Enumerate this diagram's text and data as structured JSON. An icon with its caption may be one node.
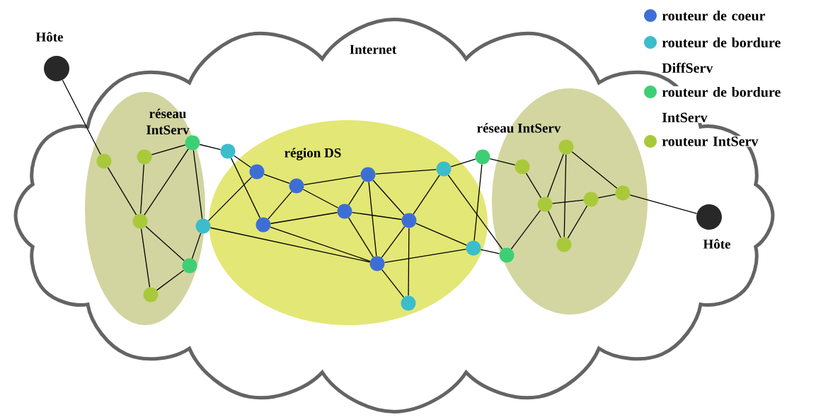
{
  "diagram": {
    "nodes": [
      {
        "text": [],
        "shape": "circle",
        "beside": [
          "Hôte"
        ]
      },
      {
        "text": [
          "Internet"
        ]
      },
      {
        "text": [
          "réseau IntServ"
        ],
        "in": 1
      },
      {
        "text": [
          "région DS"
        ],
        "in": 1
      },
      {
        "text": [
          "réseau IntServ"
        ],
        "in": 1
      },
      {
        "text": [],
        "shape": "circle",
        "in": 2
      },
      {
        "text": [],
        "shape": "circle",
        "in": 2
      },
      {
        "text": [],
        "shape": "circle",
        "in": 2
      },
      {
        "text": [],
        "shape": "circle",
        "in": 2
      },
      {
        "text": [],
        "shape": "circle",
        "in": 1
      },
      {
        "text": [],
        "shape": "circle",
        "in": 2
      },
      {
        "text": [],
        "shape": "circle",
        "in": 2
      },
      {
        "text": [],
        "shape": "circle",
        "in": 1
      },
      {
        "text": [],
        "shape": "circle",
        "in": 3
      },
      {
        "text": [],
        "shape": "circle",
        "in": 3
      },
      {
        "text": [],
        "shape": "circle",
        "in": 3
      },
      {
        "text": [],
        "shape": "circle",
        "in": 3
      },
      {
        "text": [],
        "shape": "circle",
        "in": 3
      },
      {
        "text": [],
        "shape": "circle",
        "in": 3
      },
      {
        "text": [],
        "shape": "circle",
        "in": 3
      },
      {
        "text": [],
        "shape": "circle",
        "in": 3
      },
      {
        "text": [],
        "shape": "circle",
        "in": 3
      },
      {
        "text": [],
        "shape": "circle",
        "in": 3
      },
      {
        "text": [],
        "shape": "circle",
        "in": 1
      },
      {
        "text": [],
        "shape": "circle",
        "in": 4
      },
      {
        "text": [],
        "shape": "circle",
        "in": 4
      },
      {
        "text": [],
        "shape": "circle",
        "in": 4
      },
      {
        "text": [],
        "shape": "circle",
        "in": 4
      },
      {
        "text": [],
        "shape": "circle",
        "in": 4
      },
      {
        "text": [],
        "shape": "circle",
        "in": 4
      },
      {
        "text": [],
        "shape": "circle",
        "in": 4
      },
      {
        "text": [],
        "shape": "circle",
        "in": 1,
        "beside": [
          "Hôte"
        ]
      }
    ],
    "edges": [
      {
        "from": 0,
        "to": 5,
        "arrow": "none"
      },
      {
        "from": 5,
        "to": 8,
        "arrow": "none"
      },
      {
        "from": 6,
        "to": 8,
        "arrow": "none"
      },
      {
        "from": 6,
        "to": 7,
        "arrow": "none"
      },
      {
        "from": 8,
        "to": 7,
        "arrow": "none"
      },
      {
        "from": 8,
        "to": 10,
        "arrow": "none"
      },
      {
        "from": 8,
        "to": 11,
        "arrow": "none"
      },
      {
        "from": 11,
        "to": 10,
        "arrow": "none"
      },
      {
        "from": 7,
        "to": 12,
        "arrow": "none"
      },
      {
        "from": 7,
        "to": 9,
        "arrow": "none"
      },
      {
        "from": 10,
        "to": 9,
        "arrow": "none"
      },
      {
        "from": 12,
        "to": 13,
        "arrow": "none"
      },
      {
        "from": 12,
        "to": 15,
        "arrow": "none"
      },
      {
        "from": 13,
        "to": 9,
        "arrow": "none"
      },
      {
        "from": 13,
        "to": 14,
        "arrow": "none"
      },
      {
        "from": 9,
        "to": 19,
        "arrow": "none"
      },
      {
        "from": 14,
        "to": 15,
        "arrow": "none"
      },
      {
        "from": 14,
        "to": 17,
        "arrow": "none"
      },
      {
        "from": 14,
        "to": 16,
        "arrow": "none"
      },
      {
        "from": 15,
        "to": 16,
        "arrow": "none"
      },
      {
        "from": 15,
        "to": 19,
        "arrow": "none"
      },
      {
        "from": 16,
        "to": 18,
        "arrow": "none"
      },
      {
        "from": 16,
        "to": 19,
        "arrow": "none"
      },
      {
        "from": 17,
        "to": 16,
        "arrow": "none"
      },
      {
        "from": 17,
        "to": 19,
        "arrow": "none"
      },
      {
        "from": 17,
        "to": 18,
        "arrow": "none"
      },
      {
        "from": 17,
        "to": 21,
        "arrow": "none"
      },
      {
        "from": 21,
        "to": 18,
        "arrow": "none"
      },
      {
        "from": 18,
        "to": 19,
        "arrow": "none"
      },
      {
        "from": 18,
        "to": 20,
        "arrow": "none"
      },
      {
        "from": 19,
        "to": 20,
        "arrow": "none"
      },
      {
        "from": 19,
        "to": 22,
        "arrow": "none"
      },
      {
        "from": 18,
        "to": 22,
        "arrow": "none"
      },
      {
        "from": 21,
        "to": 23,
        "arrow": "none"
      },
      {
        "from": 21,
        "to": 24,
        "arrow": "none"
      },
      {
        "from": 23,
        "to": 22,
        "arrow": "none"
      },
      {
        "from": 22,
        "to": 24,
        "arrow": "none"
      },
      {
        "from": 23,
        "to": 25,
        "arrow": "none"
      },
      {
        "from": 25,
        "to": 27,
        "arrow": "none"
      },
      {
        "from": 24,
        "to": 27,
        "arrow": "none"
      },
      {
        "from": 27,
        "to": 26,
        "arrow": "none"
      },
      {
        "from": 27,
        "to": 28,
        "arrow": "none"
      },
      {
        "from": 27,
        "to": 30,
        "arrow": "none"
      },
      {
        "from": 26,
        "to": 30,
        "arrow": "none"
      },
      {
        "from": 26,
        "to": 29,
        "arrow": "none"
      },
      {
        "from": 28,
        "to": 30,
        "arrow": "none"
      },
      {
        "from": 28,
        "to": 29,
        "arrow": "none"
      },
      {
        "from": 29,
        "to": 31,
        "arrow": "none"
      }
    ],
    "legend": [
      {
        "text": "routeur de coeur",
        "color": "#3d6ed6"
      },
      {
        "text": "routeur de bordure DiffServ",
        "color": "#3bbdcb"
      },
      {
        "text": "routeur de bordure IntServ",
        "color": "#3ecf75"
      },
      {
        "text": "routeur IntServ",
        "color": "#a9c93b"
      }
    ]
  }
}
